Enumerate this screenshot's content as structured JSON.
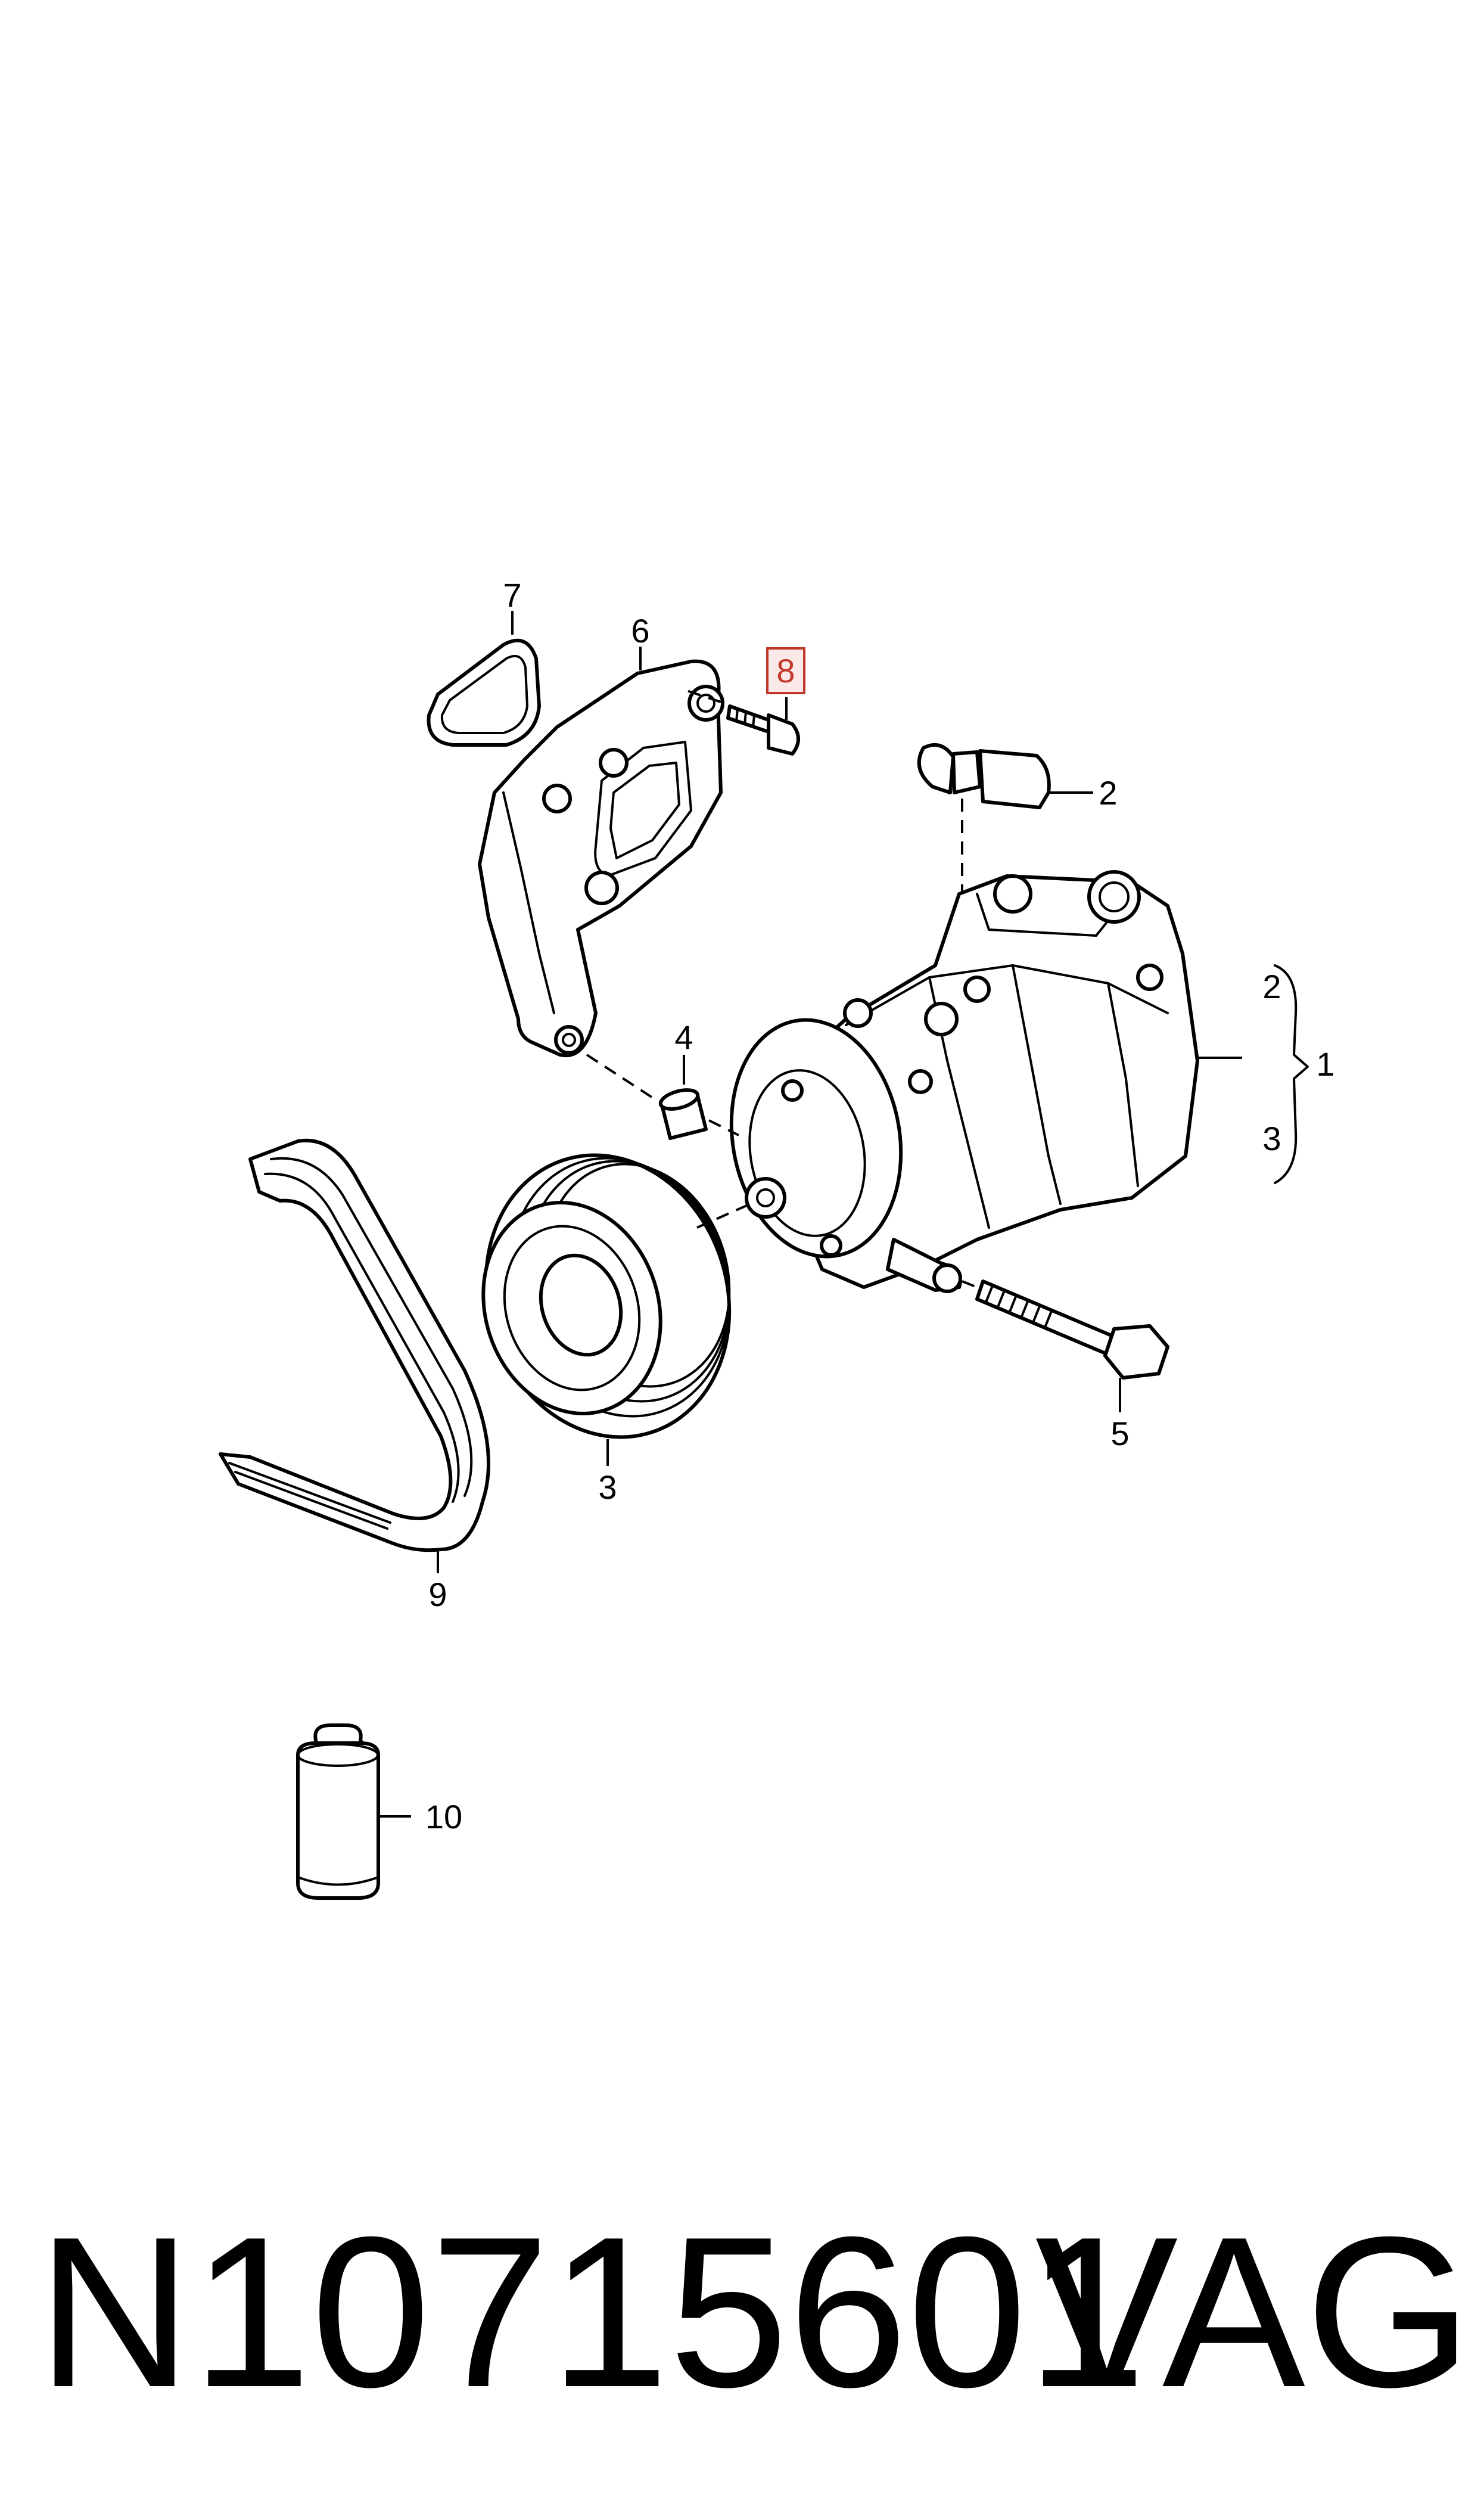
{
  "callouts": {
    "c1": "1",
    "c2_sensor": "2",
    "c2_brace": "2",
    "c3_brace": "3",
    "c3_pulley": "3",
    "c4": "4",
    "c5": "5",
    "c6": "6",
    "c7": "7",
    "c8": "8",
    "c9": "9",
    "c10": "10"
  },
  "highlighted_callout": "8",
  "footer": {
    "part_number": "N10715601",
    "brand": "VAG"
  },
  "colors": {
    "line": "#000000",
    "highlight": "#c0392b",
    "highlight_fill": "#fbe9ea"
  }
}
